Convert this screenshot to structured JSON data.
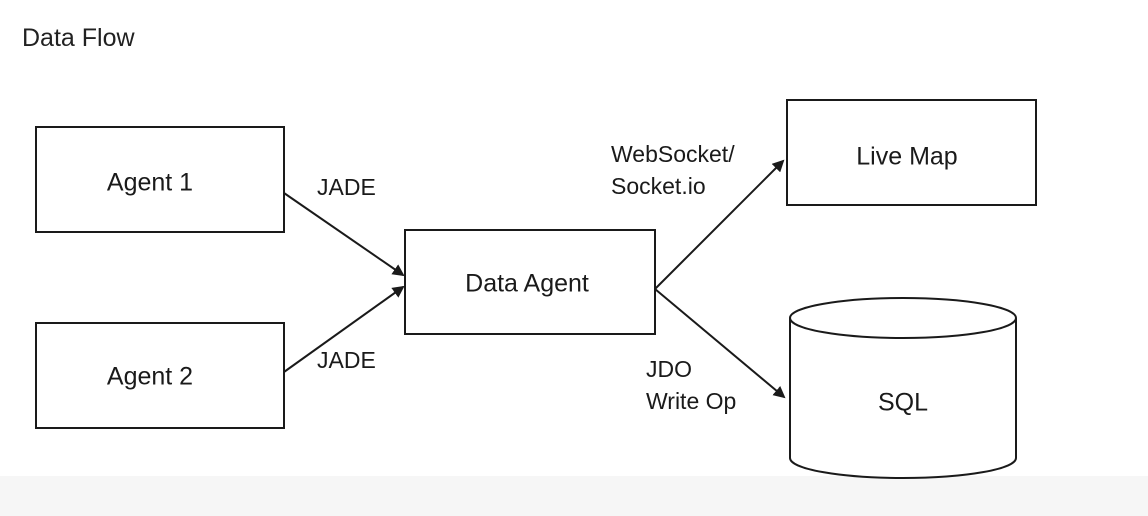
{
  "diagram": {
    "title": "Data Flow",
    "nodes": {
      "agent1": "Agent 1",
      "agent2": "Agent 2",
      "data_agent": "Data Agent",
      "live_map": "Live Map",
      "sql": "SQL"
    },
    "edges": {
      "agent1_to_data_agent": "JADE",
      "agent2_to_data_agent": "JADE",
      "data_agent_to_live_map": [
        "WebSocket/",
        "Socket.io"
      ],
      "data_agent_to_sql": [
        "JDO",
        "Write Op"
      ]
    },
    "colors": {
      "stroke": "#1a1a1a",
      "text": "#1a1a1a",
      "background": "#ffffff",
      "footer_strip": "#f6f6f6"
    }
  }
}
